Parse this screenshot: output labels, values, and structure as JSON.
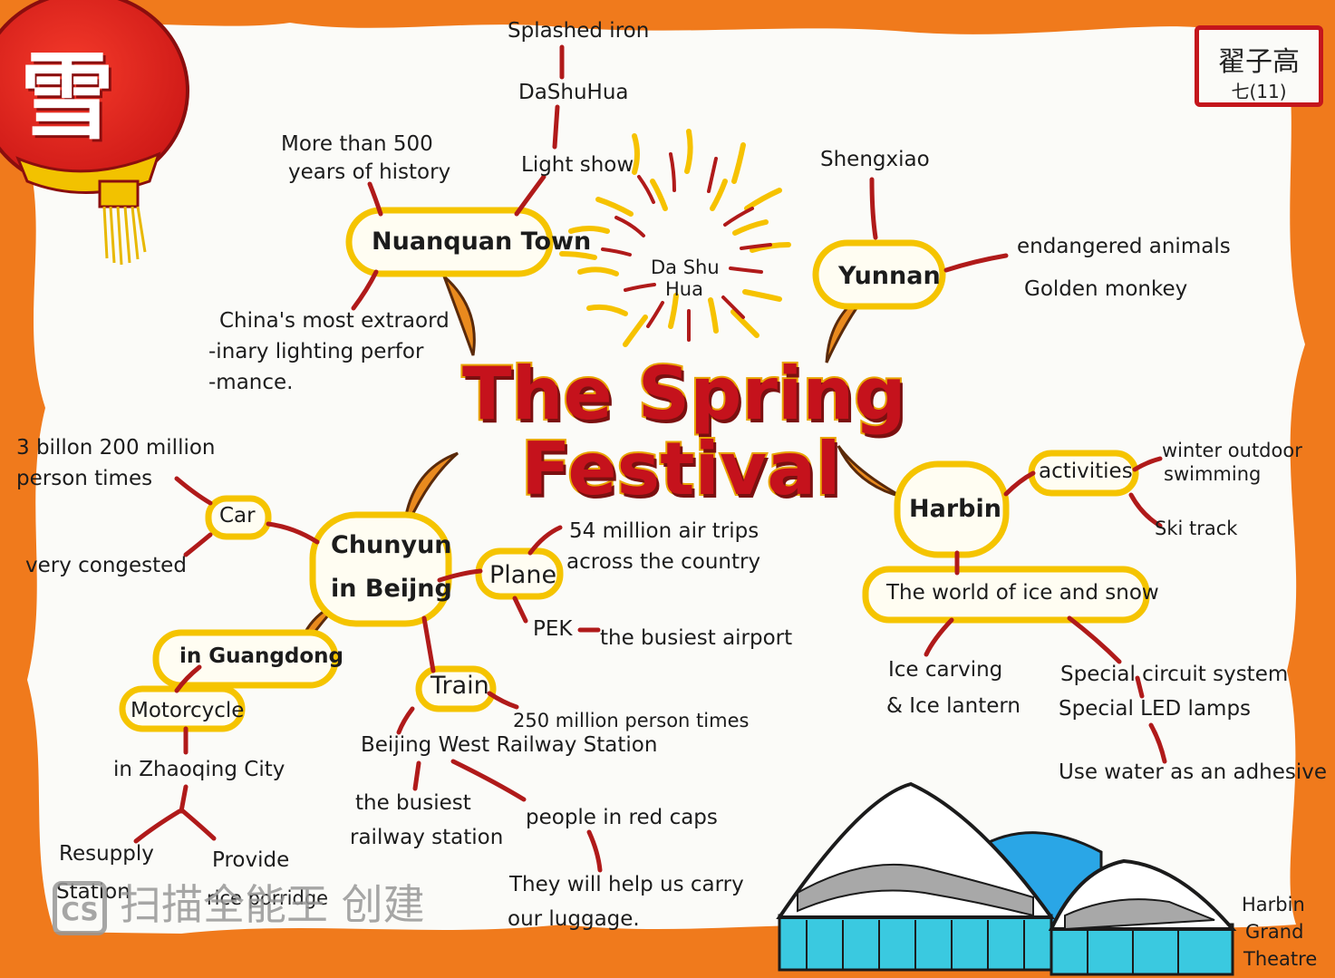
{
  "title": {
    "line1": "The Spring",
    "line2": "Festival"
  },
  "lantern_character": "雪",
  "signature": {
    "name": "翟子高",
    "class": "七(11)"
  },
  "watermark": {
    "badge": "CS",
    "text": "扫描全能王 创建"
  },
  "nuanquan": {
    "node": "Nuanquan Town",
    "history": [
      "More than 500",
      "years of history"
    ],
    "branch": [
      "Light show",
      "DaShuHua",
      "Splashed iron"
    ],
    "performance": [
      "China's most extraord",
      "-inary lighting perfor",
      "-mance."
    ]
  },
  "fireworks_label": [
    "Da Shu",
    "Hua"
  ],
  "yunnan": {
    "node": "Yunnan",
    "shengxiao": "Shengxiao",
    "animals": [
      "endangered animals",
      "Golden monkey"
    ]
  },
  "harbin": {
    "node": "Harbin",
    "activities": {
      "node": "activities",
      "items": [
        [
          "winter outdoor",
          "swimming"
        ],
        [
          "Ski track"
        ]
      ]
    },
    "world": {
      "node": "The world of ice and snow",
      "ice": [
        "Ice carving",
        "& Ice lantern"
      ],
      "special": [
        "Special circuit system",
        "Special LED lamps"
      ],
      "water": "Use water as an adhesive"
    },
    "theatre_label": [
      "Harbin",
      "Grand",
      "Theatre"
    ]
  },
  "chunyun": {
    "node": [
      "Chunyun",
      "in Beijng"
    ],
    "car": {
      "node": "Car",
      "count": [
        "3 billon 200 million",
        "person times"
      ],
      "status": "very congested"
    },
    "plane": {
      "node": "Plane",
      "trips": [
        "54 million air trips",
        "across the country"
      ],
      "pek": "PEK",
      "busiest": "the busiest airport"
    },
    "train": {
      "node": "Train",
      "count": "250 million person times",
      "station": "Beijing West Railway Station",
      "busiest": [
        "the busiest",
        "railway station"
      ],
      "caps": "people in red caps",
      "help": [
        "They will help us carry",
        "our luggage."
      ]
    },
    "guangdong": {
      "node": "in Guangdong",
      "motorcycle": "Motorcycle",
      "city": "in Zhaoqing City",
      "resupply": [
        "Resupply",
        "Station"
      ],
      "provide": [
        "Provide",
        "rice porridge"
      ]
    }
  },
  "colors": {
    "frame": "#f07a1c",
    "paper": "#fbfbf8",
    "connector": "#b01a1a",
    "bubble": "#f5c400",
    "title": "#c5121c"
  }
}
